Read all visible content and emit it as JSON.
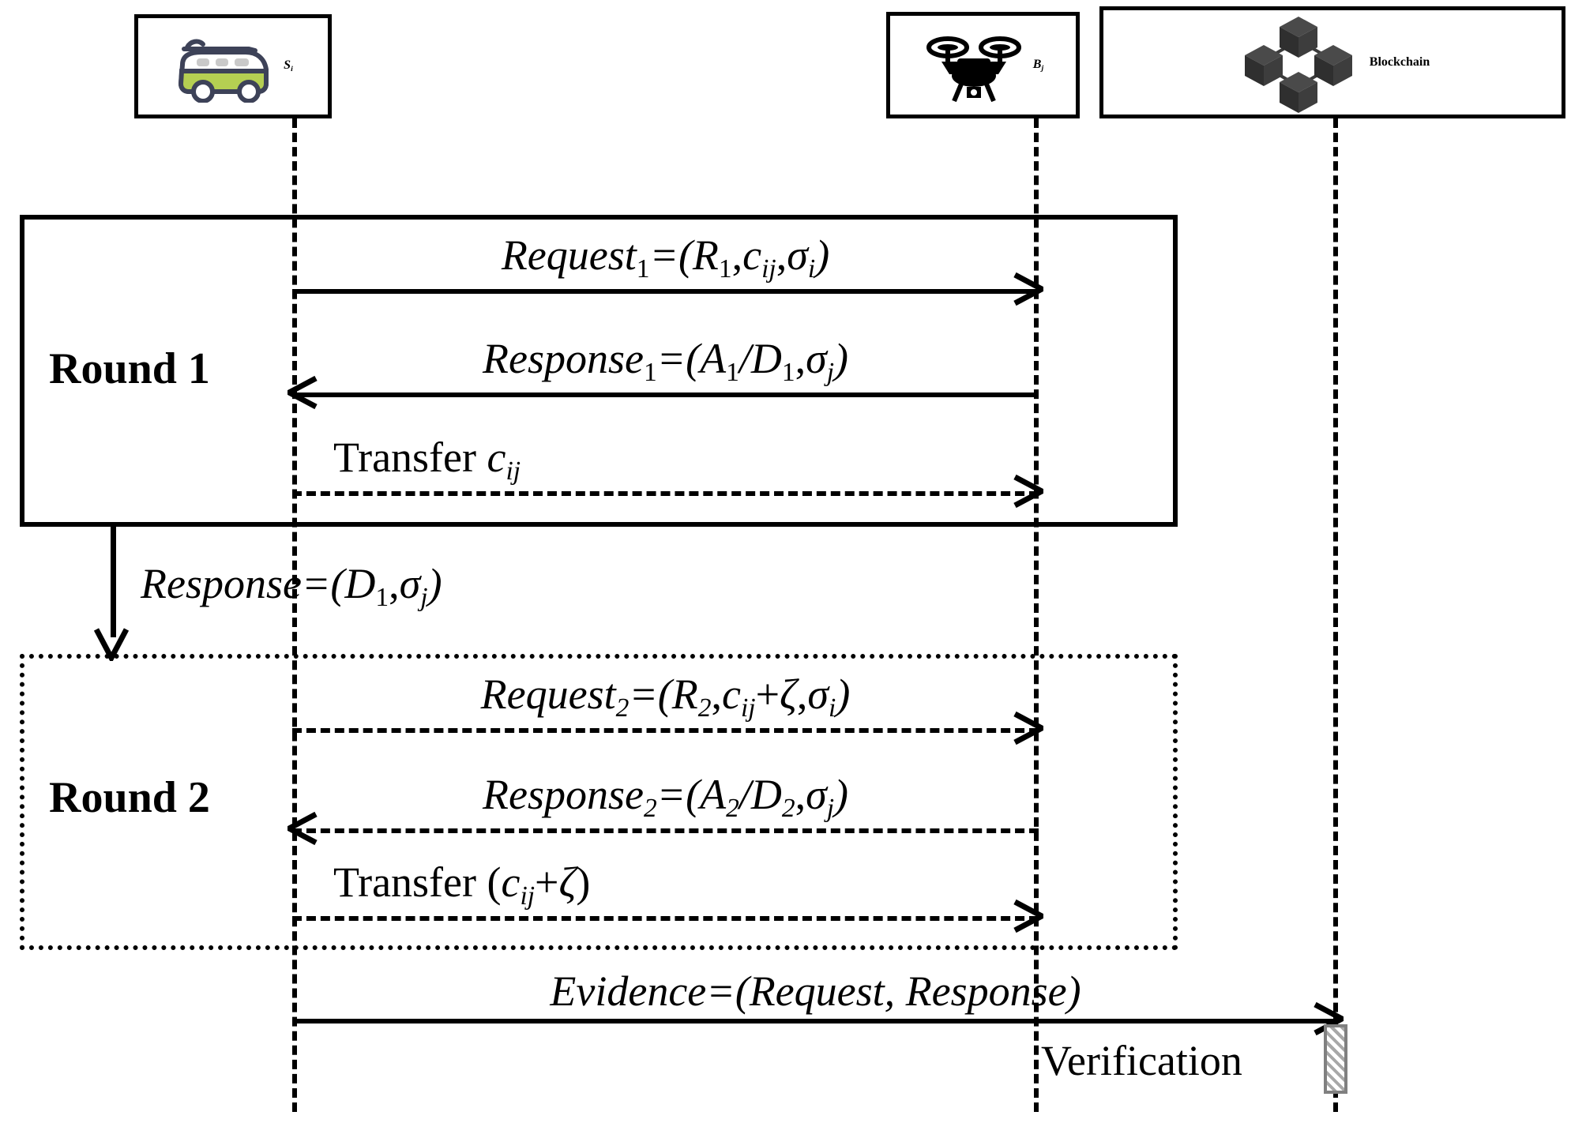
{
  "diagram": {
    "title": "Two-round request/response protocol with blockchain evidence",
    "type": "sequence-diagram"
  },
  "actors": [
    {
      "id": "si",
      "label_base": "S",
      "label_sub": "i",
      "icon": "van-icon"
    },
    {
      "id": "bj",
      "label_base": "B",
      "label_sub": "j",
      "icon": "drone-icon"
    },
    {
      "id": "bc",
      "label_base": "Blockchain",
      "label_sub": "",
      "icon": "blockchain-cubes-icon"
    }
  ],
  "frames": [
    {
      "id": "round1",
      "label": "Round 1",
      "border": "solid"
    },
    {
      "id": "round2",
      "label": "Round 2",
      "border": "dotted"
    }
  ],
  "messages": {
    "request1": {
      "name": "Request",
      "name_sub": "1",
      "eq": "=(",
      "arg1": "R",
      "arg1_sub": "1",
      "sep1": ",",
      "arg2": "c",
      "arg2_sub": "ij",
      "sep2": ",",
      "arg3": "σ",
      "arg3_sub": "i",
      "close": ")",
      "direction": "right",
      "style": "solid"
    },
    "response1": {
      "name": "Response",
      "name_sub": "1",
      "eq": "=(",
      "arg1": "A",
      "arg1_sub": "1",
      "slash": "/",
      "arg2": "D",
      "arg2_sub": "1",
      "sep2": ",",
      "arg3": "σ",
      "arg3_sub": "j",
      "close": ")",
      "direction": "left",
      "style": "solid"
    },
    "transfer1": {
      "name": "Transfer",
      "arg": "c",
      "arg_sub": "ij",
      "direction": "right",
      "style": "dashed"
    },
    "inter_round": {
      "name": "Response",
      "eq": "=(",
      "arg1": "D",
      "arg1_sub": "1",
      "sep1": ",",
      "arg2": "σ",
      "arg2_sub": "j",
      "close": ")",
      "direction": "down",
      "style": "solid"
    },
    "request2": {
      "name": "Request",
      "name_sub": "2",
      "eq": "=(",
      "arg1": "R",
      "arg1_sub": "2",
      "sep1": ",",
      "arg2": "c",
      "arg2_sub": "ij",
      "plus": "+",
      "arg3": "ζ",
      "sep2": ",",
      "arg4": "σ",
      "arg4_sub": "i",
      "close": ")",
      "direction": "right",
      "style": "dashed"
    },
    "response2": {
      "name": "Response",
      "name_sub": "2",
      "eq": "=(",
      "arg1": "A",
      "arg1_sub": "2",
      "slash": "/",
      "arg2": "D",
      "arg2_sub": "2",
      "sep2": ",",
      "arg3": "σ",
      "arg3_sub": "j",
      "close": ")",
      "direction": "left",
      "style": "dashed"
    },
    "transfer2": {
      "name": "Transfer",
      "open": "(",
      "arg": "c",
      "arg_sub": "ij",
      "plus": "+",
      "arg2": "ζ",
      "close": ")",
      "direction": "right",
      "style": "dashed"
    },
    "evidence": {
      "name": "Evidence",
      "eq": "=(",
      "arg1": "Request",
      "sep1": ", ",
      "arg2": "Response",
      "close": ")",
      "direction": "right",
      "style": "solid"
    },
    "verification": {
      "label": "Verification"
    }
  },
  "colors": {
    "stroke": "#000000",
    "van_body": "#b5cf52",
    "van_outline": "#3d4258",
    "cube_dark": "#3a3a3a",
    "activation_border": "#808080"
  }
}
